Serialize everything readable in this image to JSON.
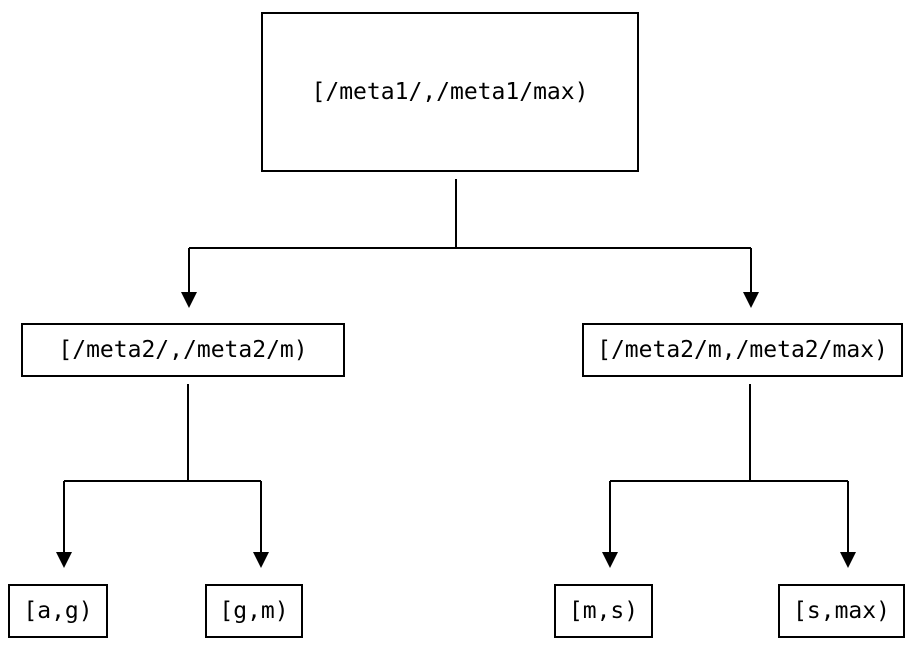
{
  "diagram": {
    "type": "binary-interval-partition-tree",
    "nodes": {
      "root": {
        "label": "[/meta1/,/meta1/max)"
      },
      "meta2_low": {
        "label": "[/meta2/,/meta2/m)"
      },
      "meta2_high": {
        "label": "[/meta2/m,/meta2/max)"
      },
      "leaf_a_g": {
        "label": "[a,g)"
      },
      "leaf_g_m": {
        "label": "[g,m)"
      },
      "leaf_m_s": {
        "label": "[m,s)"
      },
      "leaf_s_max": {
        "label": "[s,max)"
      }
    },
    "edges": [
      {
        "from": "root",
        "to": "meta2_low"
      },
      {
        "from": "root",
        "to": "meta2_high"
      },
      {
        "from": "meta2_low",
        "to": "leaf_a_g"
      },
      {
        "from": "meta2_low",
        "to": "leaf_g_m"
      },
      {
        "from": "meta2_high",
        "to": "leaf_m_s"
      },
      {
        "from": "meta2_high",
        "to": "leaf_s_max"
      }
    ],
    "colors": {
      "background": "#ffffff",
      "box_border": "#000000",
      "line": "#000000",
      "text": "#000000"
    }
  }
}
